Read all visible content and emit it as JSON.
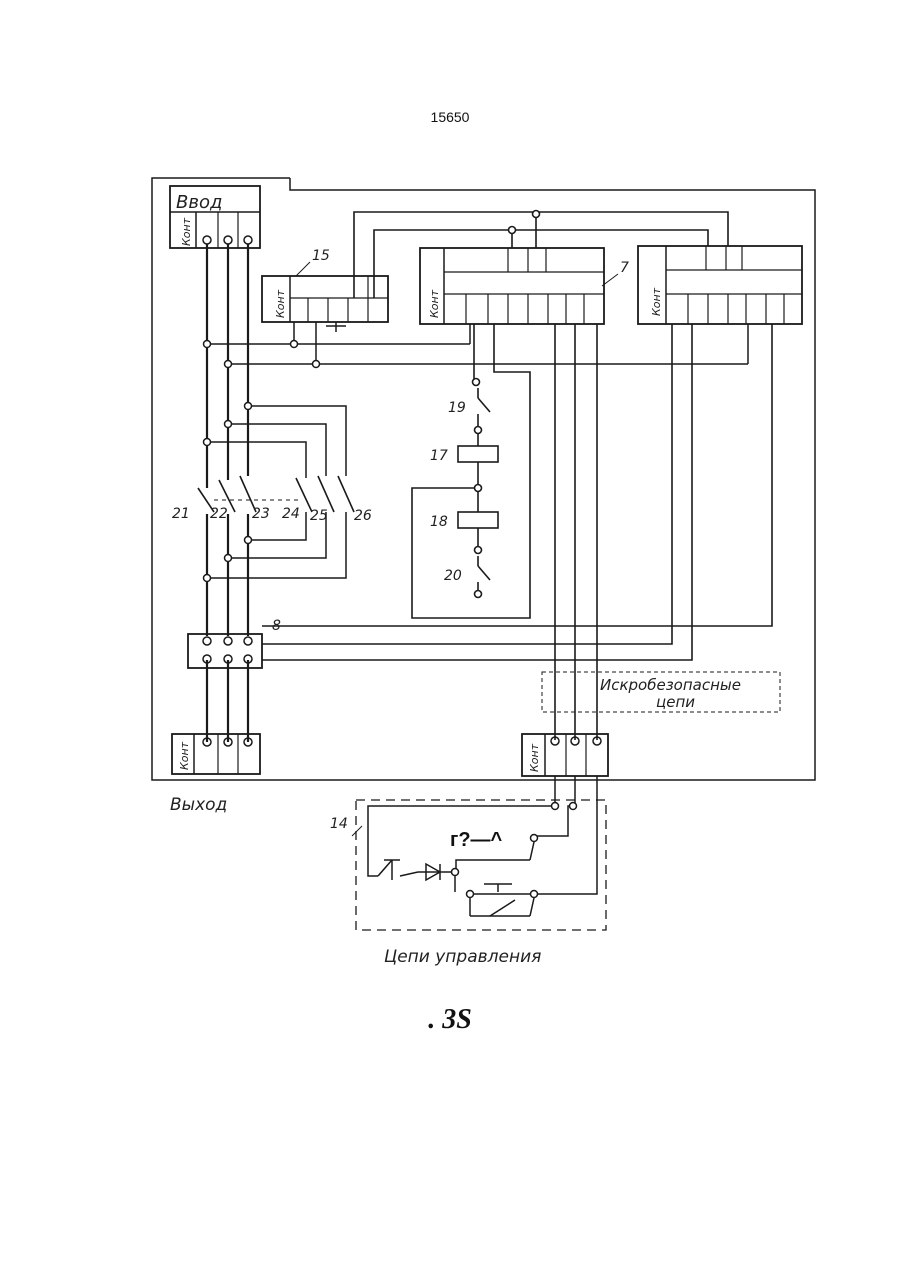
{
  "page_number": "15650",
  "figure_caption": ". 3S",
  "labels": {
    "input": "Ввод",
    "output": "Выход",
    "contact": "Конт",
    "intrinsically_safe": "Искробезопасные",
    "intrinsically_safe_2": "цепи",
    "control_circuits": "Цепи управления",
    "garbled_symbol": "г?—^"
  },
  "numbers": {
    "n7": "7",
    "n8": "8",
    "n14": "14",
    "n15": "15",
    "n17": "17",
    "n18": "18",
    "n19": "19",
    "n20": "20",
    "n21": "21",
    "n22": "22",
    "n23": "23",
    "n24": "24",
    "n25": "25",
    "n26": "26"
  }
}
